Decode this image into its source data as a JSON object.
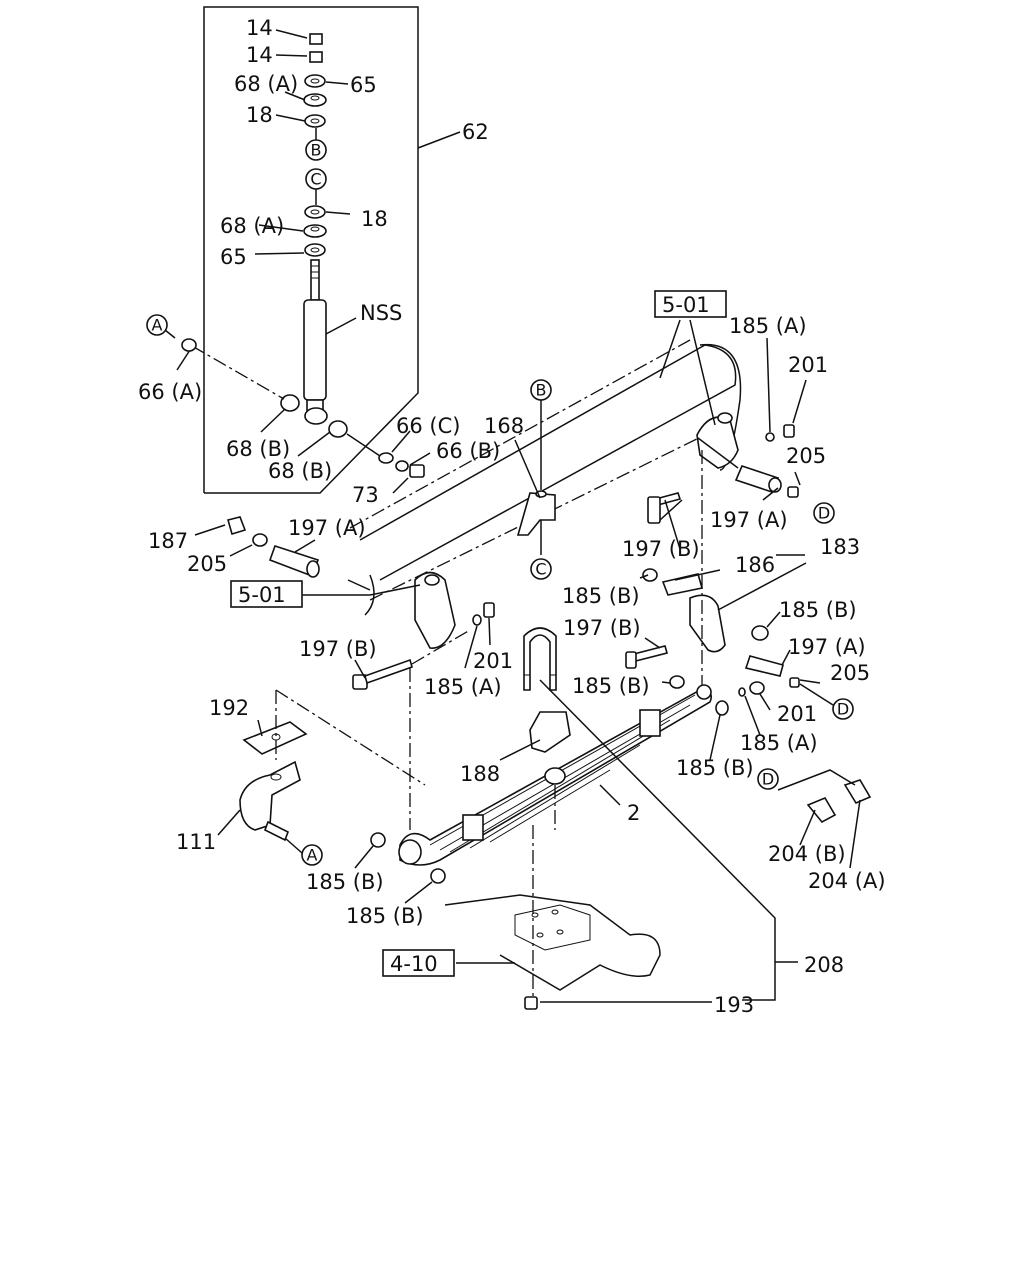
{
  "labels": {
    "l14a": "14",
    "l14b": "14",
    "l68a1": "68 (A)",
    "l65a": "65",
    "l18a": "18",
    "l68a2": "68 (A)",
    "l18b": "18",
    "l65b": "65",
    "l62": "62",
    "lnss": "NSS",
    "l66a": "66 (A)",
    "l68b1": "68 (B)",
    "l68b2": "68 (B)",
    "l66c": "66 (C)",
    "l66b": "66 (B)",
    "l73": "73",
    "l168": "168",
    "l501a": "5-01",
    "l501b": "5-01",
    "l185a1": "185 (A)",
    "l201a": "201",
    "l205a": "205",
    "l197a1": "197 (A)",
    "l197b1": "197 (B)",
    "l186": "186",
    "l183": "183",
    "l185b1": "185 (B)",
    "l185b2": "185 (B)",
    "l197b2": "197 (B)",
    "l197a2": "197 (A)",
    "l205b": "205",
    "l201b": "201",
    "l185b3": "185 (B)",
    "l185a2": "185 (A)",
    "l185b4": "185 (B)",
    "l187": "187",
    "l205c": "205",
    "l197a3": "197 (A)",
    "l197b3": "197 (B)",
    "l201c": "201",
    "l185a3": "185 (A)",
    "l192": "192",
    "l188": "188",
    "l2": "2",
    "l111": "111",
    "l185b5": "185 (B)",
    "l185b6": "185 (B)",
    "l204b": "204 (B)",
    "l204a": "204 (A)",
    "l410": "4-10",
    "l208": "208",
    "l193": "193"
  },
  "callouts": {
    "A": "A",
    "B": "B",
    "C": "C",
    "D": "D"
  }
}
